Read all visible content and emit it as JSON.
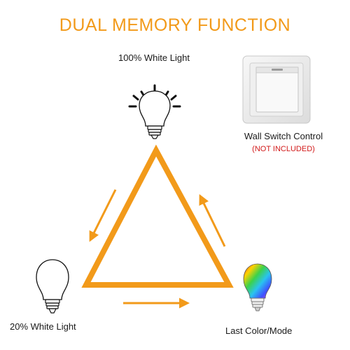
{
  "title": "DUAL MEMORY FUNCTION",
  "states": {
    "top": {
      "label": "100% White Light",
      "icon": "bright-bulb-icon"
    },
    "left": {
      "label": "20% White Light",
      "icon": "dim-bulb-icon"
    },
    "right": {
      "label": "Last Color/Mode",
      "icon": "rgb-bulb-icon"
    }
  },
  "switch": {
    "label": "Wall Switch Control",
    "note": "(NOT INCLUDED)",
    "icon": "wall-switch-icon"
  },
  "colors": {
    "accent": "#f29a1a",
    "note": "#d21a1a"
  }
}
